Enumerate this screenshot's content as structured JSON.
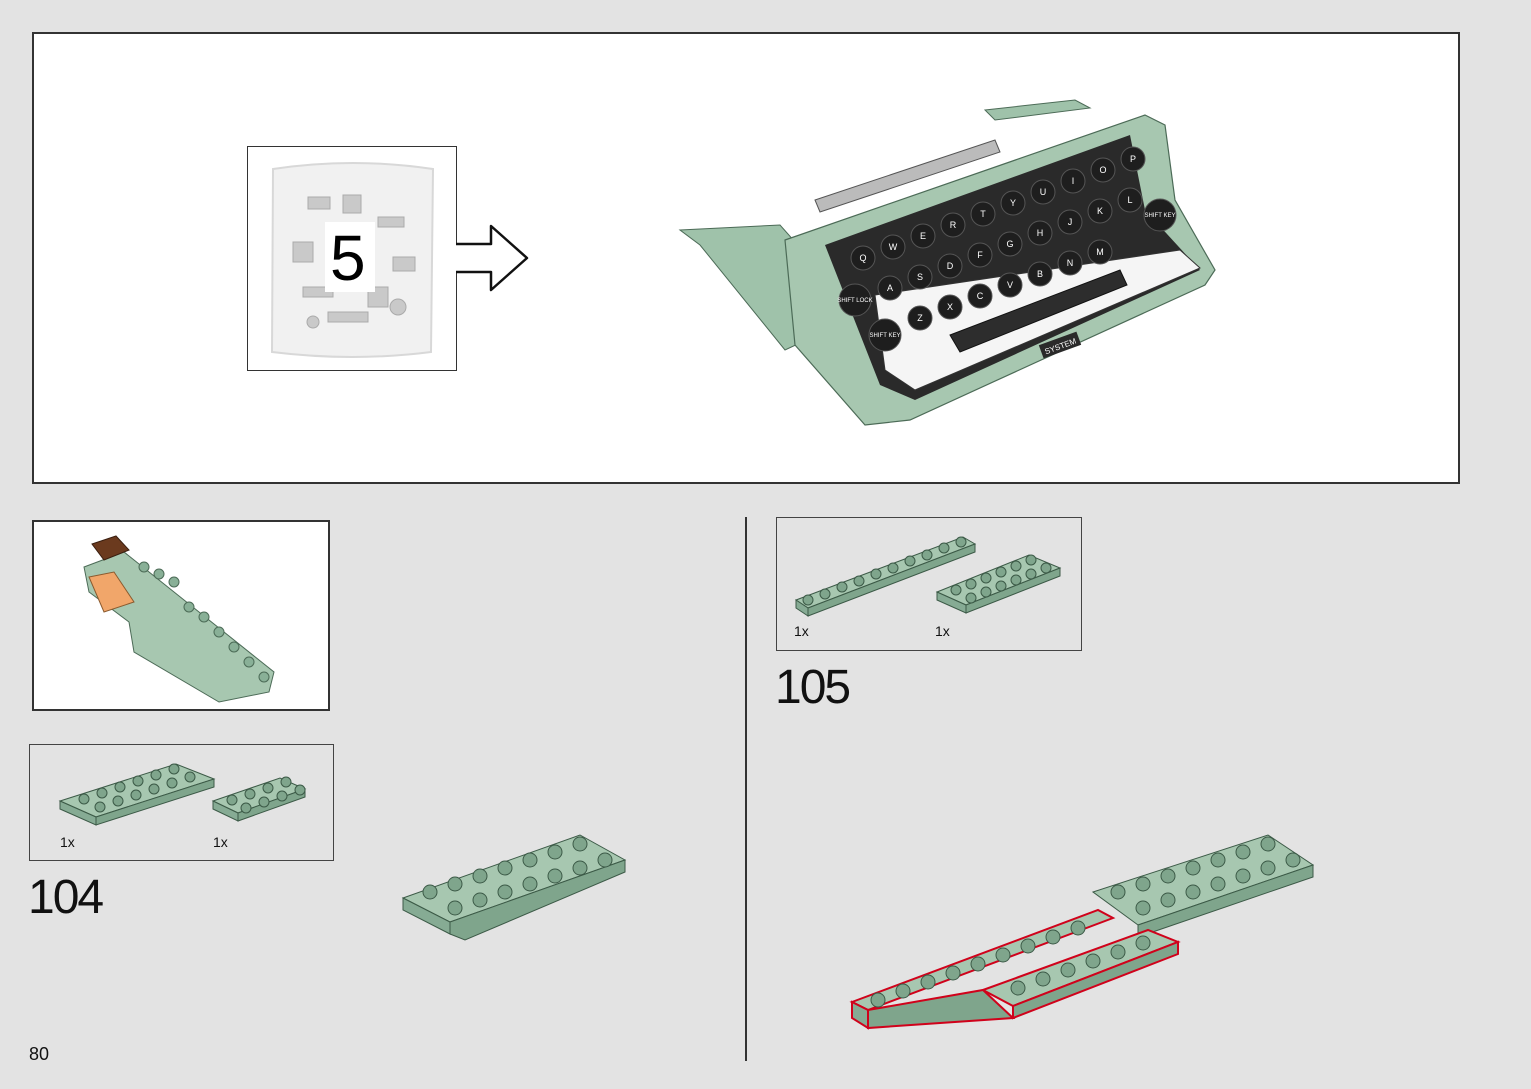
{
  "top_panel": {
    "bag_number": "5",
    "model_keys_row1": [
      "Q",
      "W",
      "E",
      "R",
      "T",
      "Y",
      "U",
      "I",
      "O",
      "P"
    ],
    "model_keys_row2": [
      "A",
      "S",
      "D",
      "F",
      "G",
      "H",
      "J",
      "K",
      "L"
    ],
    "model_keys_row3": [
      "Z",
      "X",
      "C",
      "V",
      "B",
      "N",
      "M"
    ],
    "model_badge": "SYSTEM",
    "shift_lock_label": "SHIFT LOCK",
    "shift_key_label": "SHIFT KEY"
  },
  "steps": [
    {
      "number": "104",
      "parts": [
        {
          "qty": "1x",
          "desc": "2x6 sand green plate"
        },
        {
          "qty": "1x",
          "desc": "2x4 sand green plate"
        }
      ]
    },
    {
      "number": "105",
      "parts": [
        {
          "qty": "1x",
          "desc": "1x10 sand green plate"
        },
        {
          "qty": "1x",
          "desc": "2x6 sand green plate"
        }
      ]
    }
  ],
  "page_number": "80",
  "colors": {
    "sand_green": "#a7c7b0",
    "sand_green_dark": "#7fa58c",
    "highlight_red": "#d0021b",
    "brown": "#6b3a1e",
    "orange": "#f1a66a"
  }
}
